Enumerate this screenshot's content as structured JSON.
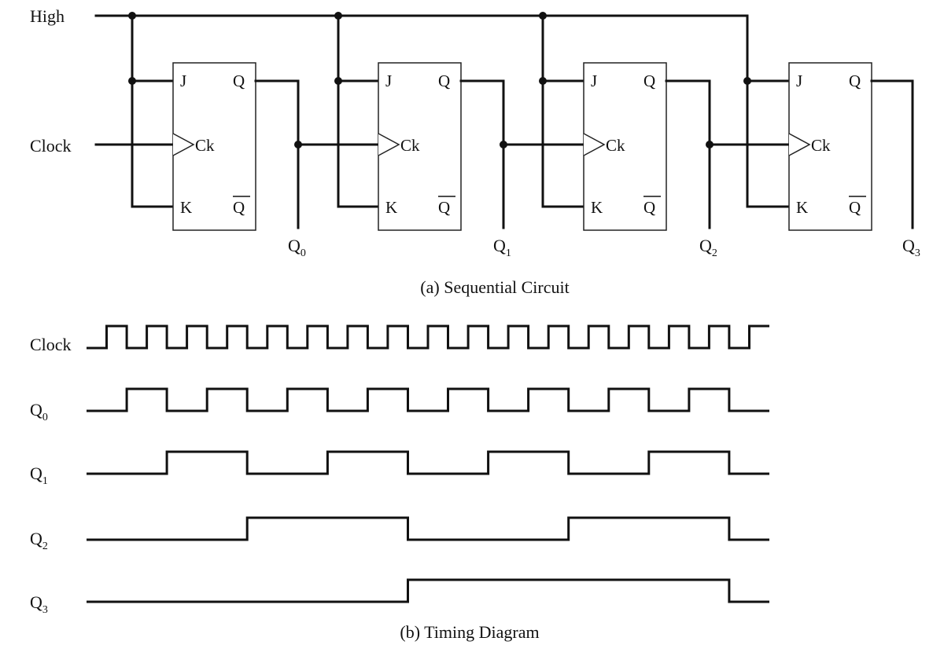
{
  "circuit": {
    "caption": "(a) Sequential Circuit",
    "high_label": "High",
    "clock_label": "Clock",
    "pins": {
      "j": "J",
      "q": "Q",
      "ck": "Ck",
      "k": "K",
      "qbar": "Q"
    },
    "outputs": [
      {
        "base": "Q",
        "sub": "0"
      },
      {
        "base": "Q",
        "sub": "1"
      },
      {
        "base": "Q",
        "sub": "2"
      },
      {
        "base": "Q",
        "sub": "3"
      }
    ]
  },
  "timing": {
    "caption": "(b) Timing Diagram",
    "signals": [
      {
        "base": "Clock",
        "sub": "",
        "values": [
          0,
          1,
          0,
          1,
          0,
          1,
          0,
          1,
          0,
          1,
          0,
          1,
          0,
          1,
          0,
          1,
          0,
          1,
          0,
          1,
          0,
          1,
          0,
          1,
          0,
          1,
          0,
          1,
          0,
          1,
          0,
          1,
          0,
          1
        ]
      },
      {
        "base": "Q",
        "sub": "0",
        "values": [
          0,
          0,
          1,
          1,
          0,
          0,
          1,
          1,
          0,
          0,
          1,
          1,
          0,
          0,
          1,
          1,
          0,
          0,
          1,
          1,
          0,
          0,
          1,
          1,
          0,
          0,
          1,
          1,
          0,
          0,
          1,
          1,
          0,
          0
        ]
      },
      {
        "base": "Q",
        "sub": "1",
        "values": [
          0,
          0,
          0,
          0,
          1,
          1,
          1,
          1,
          0,
          0,
          0,
          0,
          1,
          1,
          1,
          1,
          0,
          0,
          0,
          0,
          1,
          1,
          1,
          1,
          0,
          0,
          0,
          0,
          1,
          1,
          1,
          1,
          0,
          0
        ]
      },
      {
        "base": "Q",
        "sub": "2",
        "values": [
          0,
          0,
          0,
          0,
          0,
          0,
          0,
          0,
          1,
          1,
          1,
          1,
          1,
          1,
          1,
          1,
          0,
          0,
          0,
          0,
          0,
          0,
          0,
          0,
          1,
          1,
          1,
          1,
          1,
          1,
          1,
          1,
          0,
          0
        ]
      },
      {
        "base": "Q",
        "sub": "3",
        "values": [
          0,
          0,
          0,
          0,
          0,
          0,
          0,
          0,
          0,
          0,
          0,
          0,
          0,
          0,
          0,
          0,
          1,
          1,
          1,
          1,
          1,
          1,
          1,
          1,
          1,
          1,
          1,
          1,
          1,
          1,
          1,
          1,
          0,
          0
        ]
      }
    ]
  }
}
